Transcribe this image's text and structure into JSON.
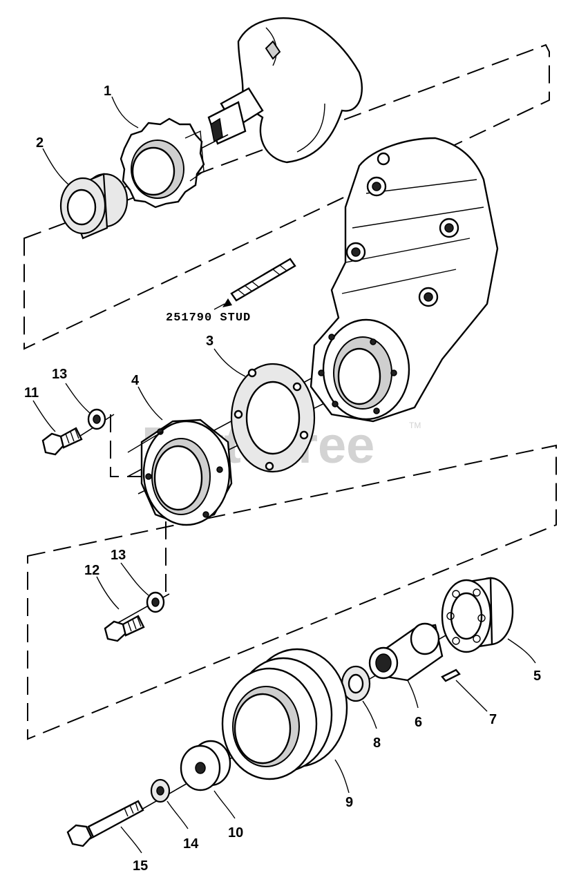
{
  "watermark": {
    "text": "PartsTree",
    "trademark": "TM"
  },
  "stud_label": "251790 STUD",
  "callouts": {
    "c1": "1",
    "c2": "2",
    "c3": "3",
    "c4": "4",
    "c5": "5",
    "c6": "6",
    "c7": "7",
    "c8": "8",
    "c9": "9",
    "c10": "10",
    "c11": "11",
    "c12": "12",
    "c13a": "13",
    "c13b": "13",
    "c14": "14",
    "c15": "15"
  }
}
